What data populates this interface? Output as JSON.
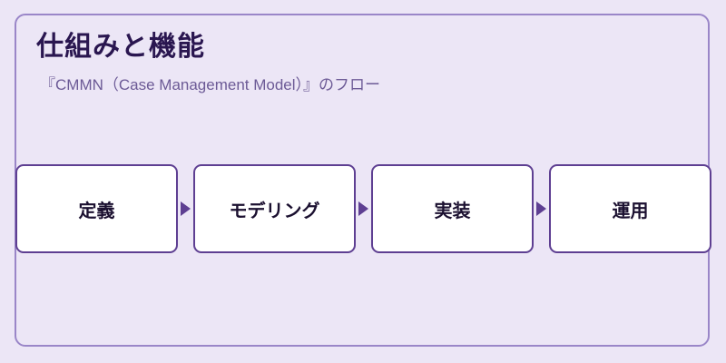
{
  "title": "仕組みと機能",
  "subtitle": "『CMMN（Case Management Model）』のフロー",
  "steps": [
    {
      "label": "定義"
    },
    {
      "label": "モデリング"
    },
    {
      "label": "実装"
    },
    {
      "label": "運用"
    }
  ],
  "colors": {
    "background": "#ece6f6",
    "frame_border": "#9a86c8",
    "box_border": "#5e3f92",
    "title_text": "#2a1650",
    "subtitle_text": "#6c5a96"
  }
}
